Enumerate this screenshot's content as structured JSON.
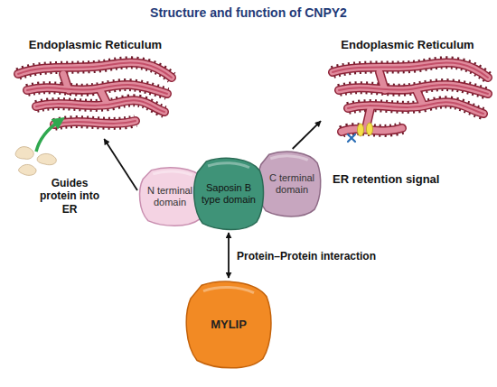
{
  "diagram": {
    "title": "Structure and function of CNPY2",
    "nodes": [
      {
        "text": [
          "Endoplasmic Reticulum"
        ]
      },
      {
        "text": [
          "Endoplasmic Reticulum"
        ]
      },
      {
        "text": [
          "N terminal domain"
        ]
      },
      {
        "text": [
          "Saposin B type domain"
        ]
      },
      {
        "text": [
          "C terminal domain"
        ]
      },
      {
        "text": [
          "MYLIP"
        ]
      }
    ],
    "edges": [
      {
        "from": 2,
        "to": 0,
        "label": "Guides protein into ER",
        "arrow": "to"
      },
      {
        "from": 3,
        "to": 5,
        "label": "Protein–Protein interaction",
        "arrow": "both"
      },
      {
        "from": 4,
        "to": 1,
        "label": "ER retention signal",
        "arrow": "to"
      }
    ]
  }
}
